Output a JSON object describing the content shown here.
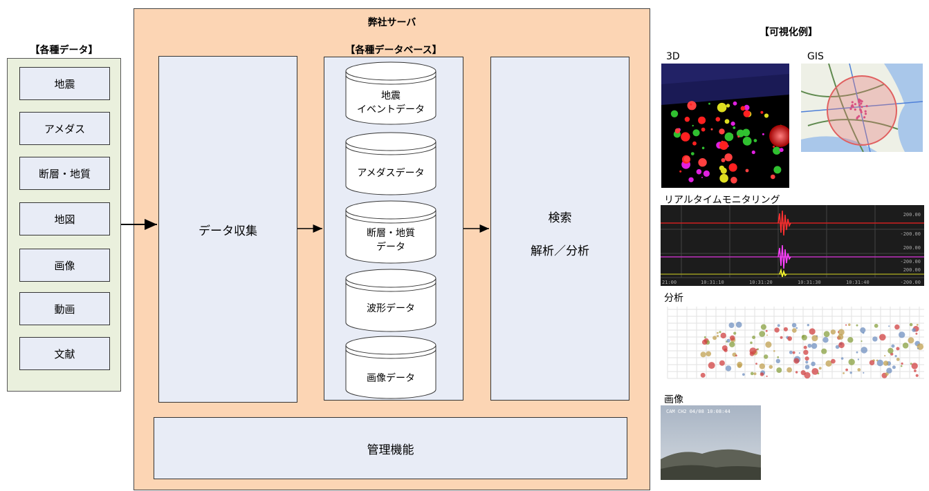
{
  "left": {
    "title": "【各種データ】",
    "items": [
      "地震",
      "アメダス",
      "断層・地質",
      "地図",
      "画像",
      "動画",
      "文献"
    ]
  },
  "server": {
    "title": "弊社サーバ",
    "collect": "データ収集",
    "db_title": "【各種データベース】",
    "databases": [
      [
        "地震",
        "イベントデータ"
      ],
      [
        "アメダスデータ"
      ],
      [
        "断層・地質",
        "データ"
      ],
      [
        "波形データ"
      ],
      [
        "画像データ"
      ]
    ],
    "search": "検索",
    "analysis": "解析／分析",
    "management": "管理機能"
  },
  "viz": {
    "title": "【可視化例】",
    "label_3d": "3D",
    "label_gis": "GIS",
    "label_realtime": "リアルタイムモニタリング",
    "label_analysis": "分析",
    "label_image": "画像",
    "monitor_scale": [
      "200.00",
      "-200.00",
      "200.00",
      "-200.00",
      "200.00",
      "-200.00"
    ],
    "monitor_times": [
      "21:00",
      "10:31:10",
      "10:31:20",
      "10:31:30",
      "10:31:40"
    ],
    "camera_overlay": "CAM CH2 04/08 10:08:44"
  }
}
